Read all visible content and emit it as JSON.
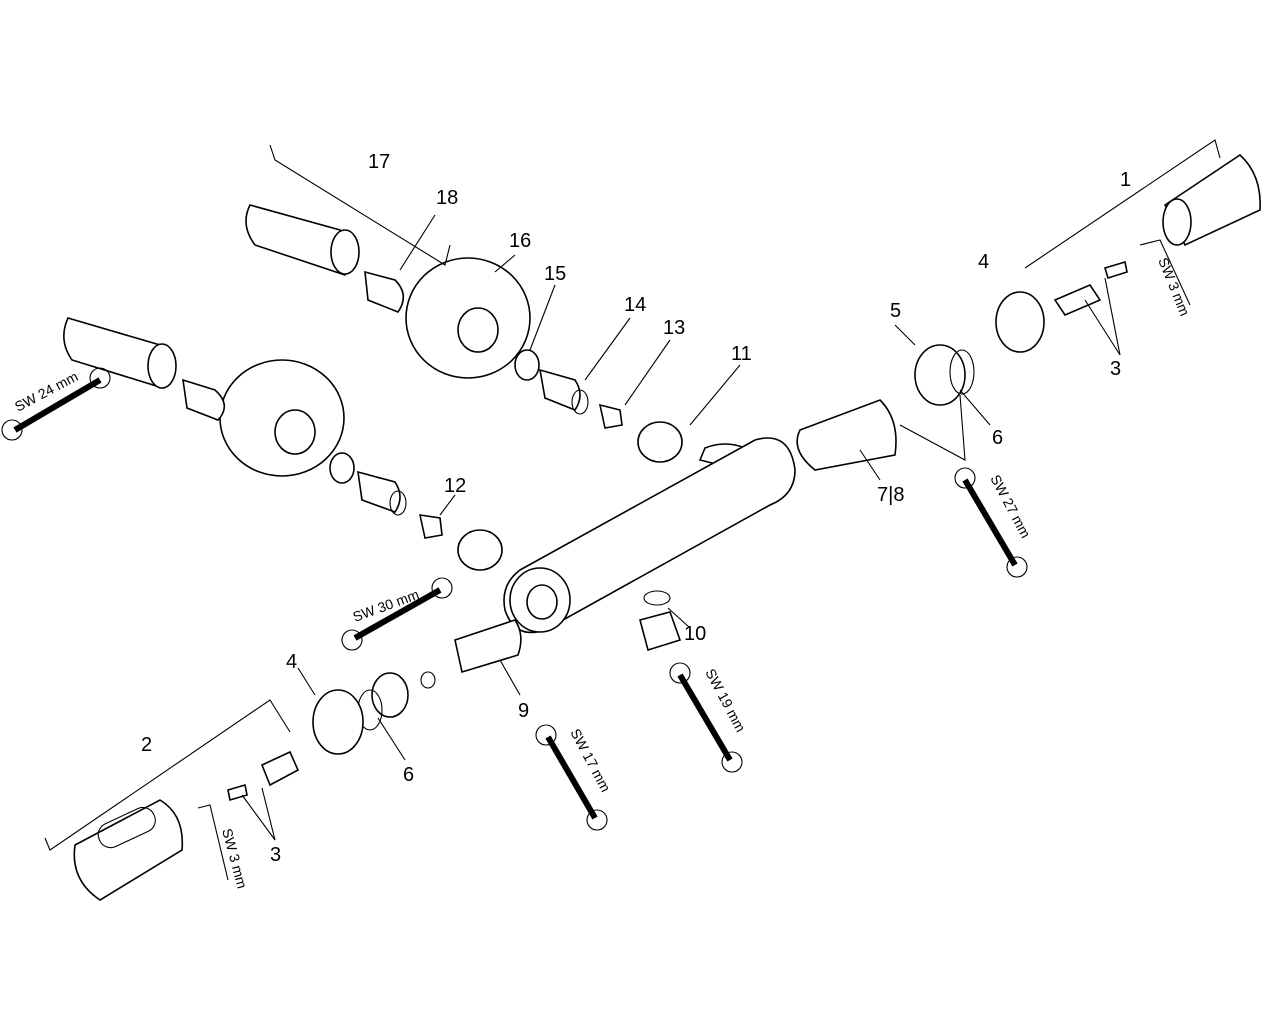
{
  "diagram": {
    "part_numbers": {
      "p1": "1",
      "p2": "2",
      "p3a": "3",
      "p3b": "3",
      "p4a": "4",
      "p4b": "4",
      "p5": "5",
      "p6a": "6",
      "p6b": "6",
      "p78": "7|8",
      "p9": "9",
      "p10": "10",
      "p11": "11",
      "p12": "12",
      "p13": "13",
      "p14": "14",
      "p15": "15",
      "p16": "16",
      "p17": "17",
      "p18": "18"
    },
    "wrench_sizes": {
      "sw24": "SW 24 mm",
      "sw30": "SW 30 mm",
      "sw27": "SW 27 mm",
      "sw19": "SW 19 mm",
      "sw17": "SW 17 mm",
      "sw3a": "SW 3 mm",
      "sw3b": "SW 3 mm"
    }
  }
}
